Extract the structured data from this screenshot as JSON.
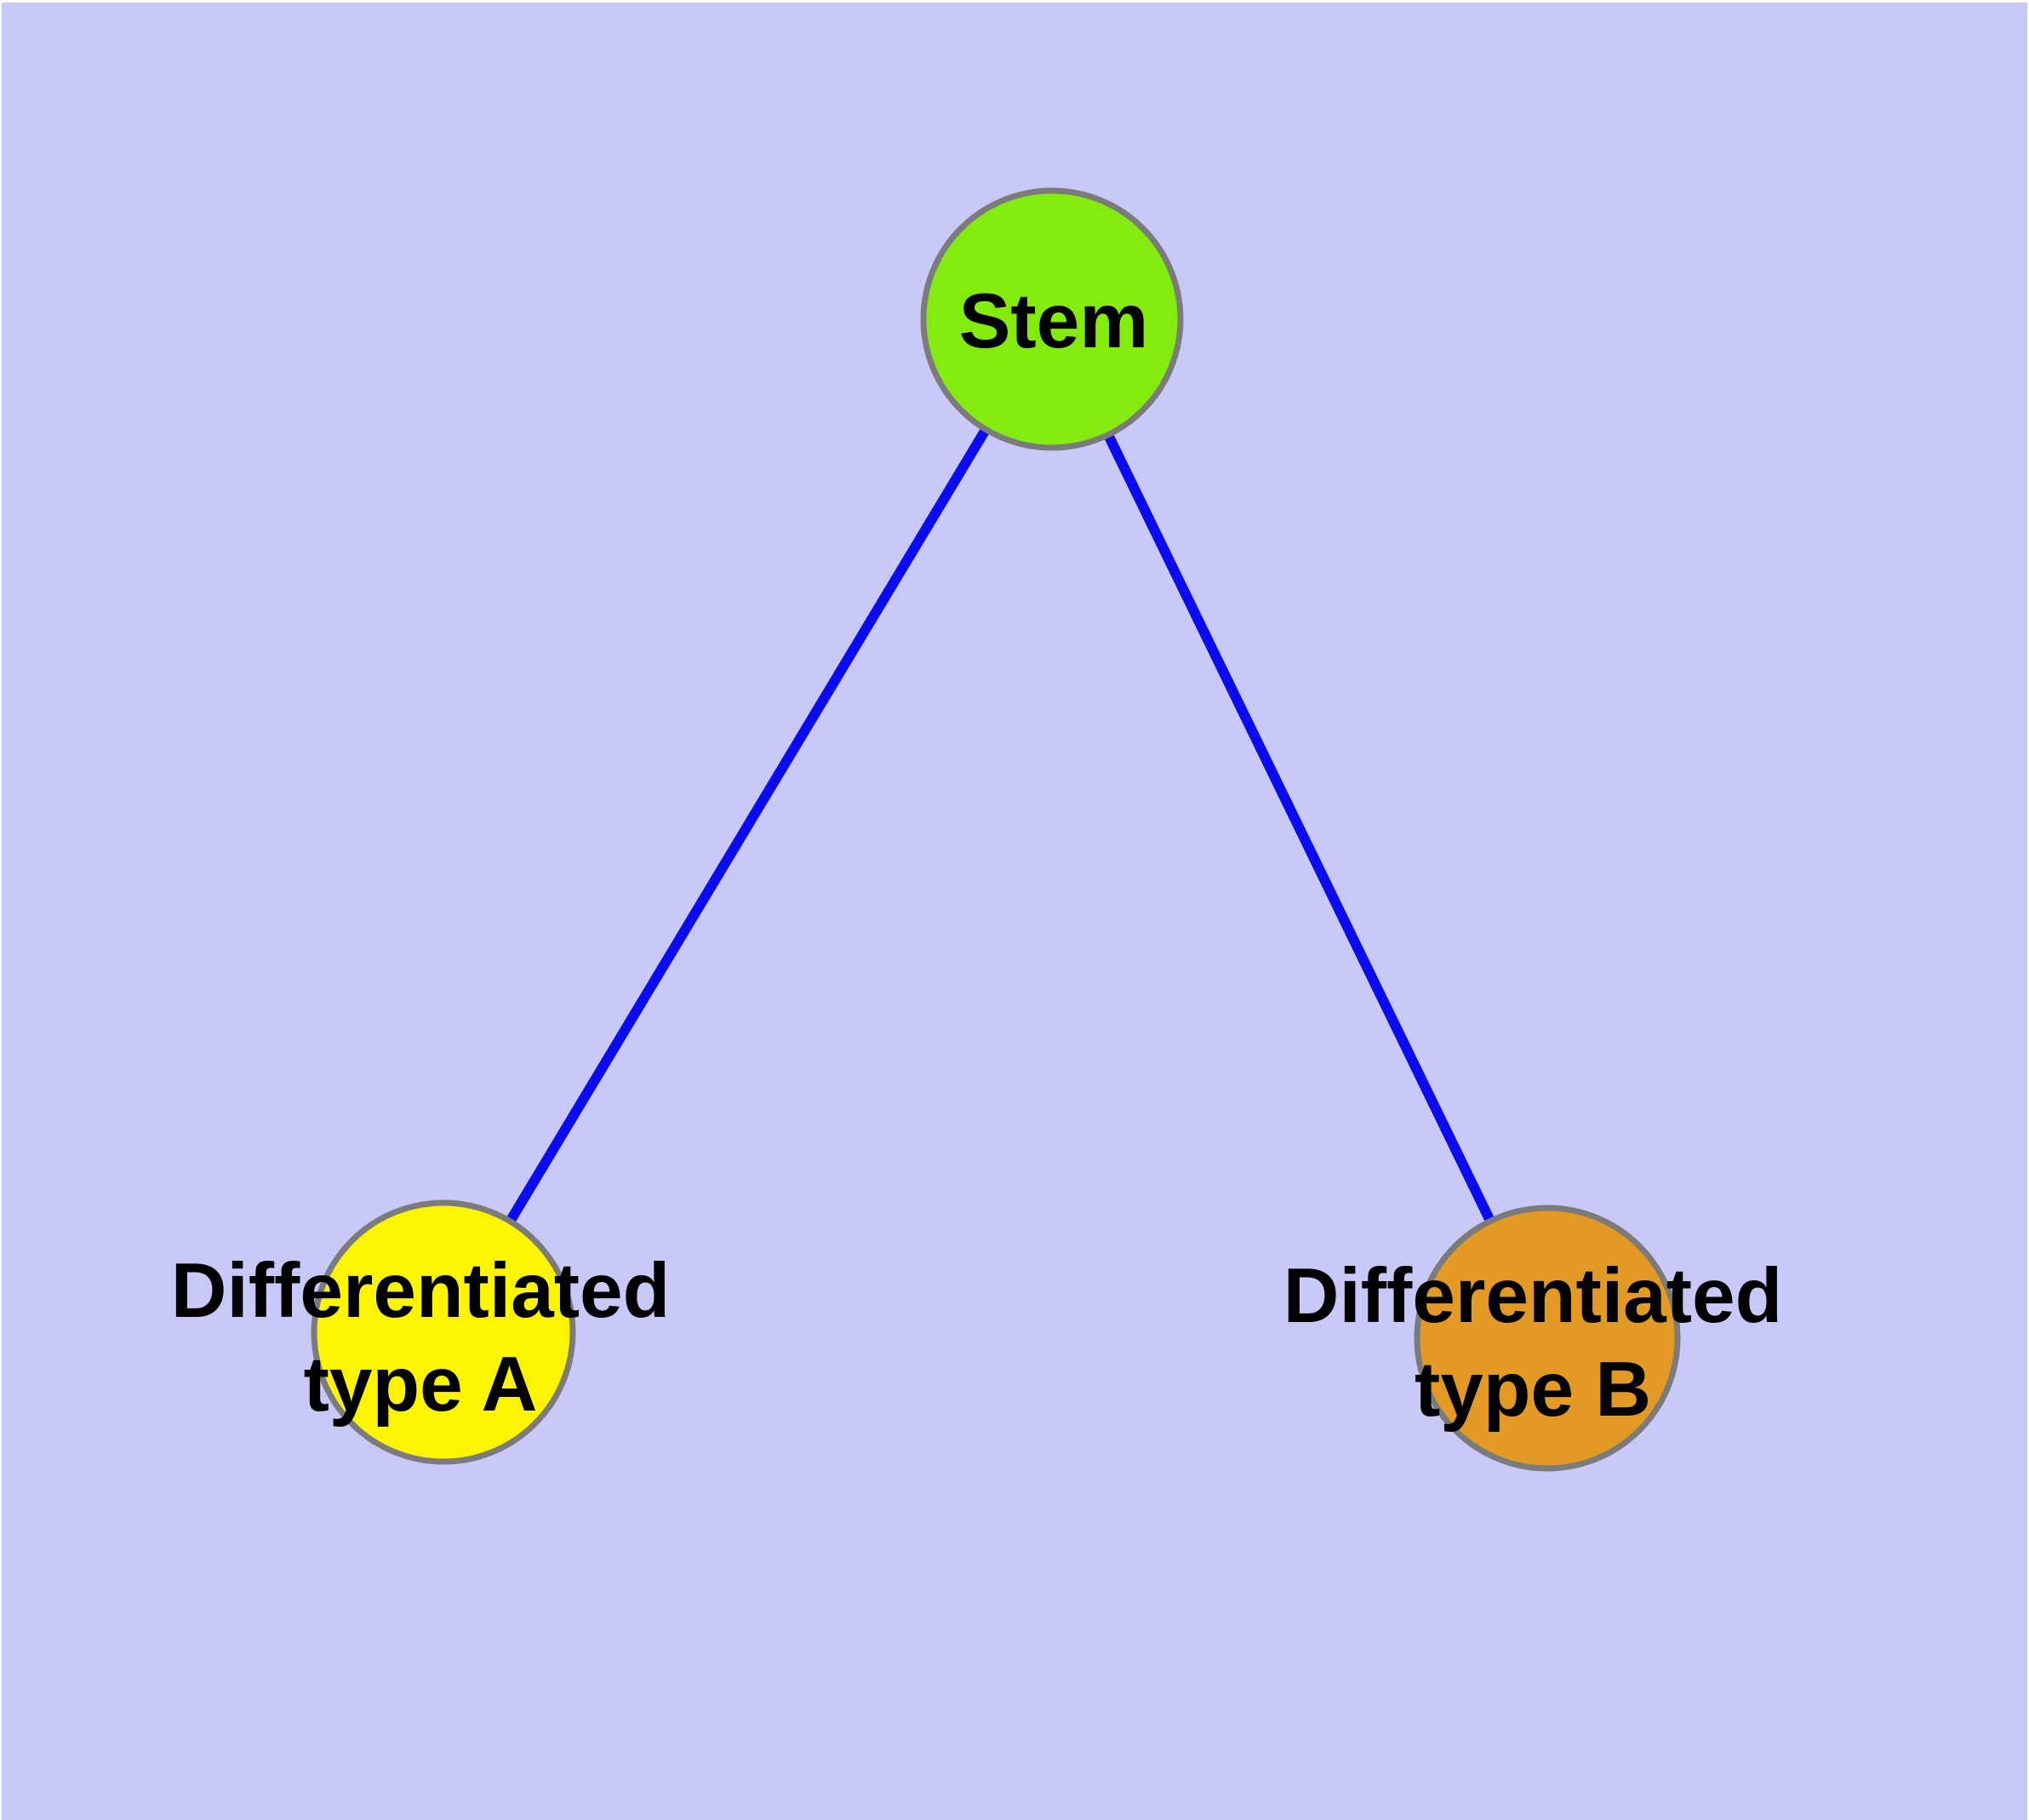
{
  "diagram": {
    "background_color": "#c9c9f9",
    "edge_color": "#0b0bf0",
    "node_border_color": "#7b7b7b",
    "nodes": {
      "stem": {
        "label": "Stem",
        "fill": "#84eb0f"
      },
      "type_a": {
        "label_line1": "Differentiated",
        "label_line2": "type A",
        "fill": "#fdf500"
      },
      "type_b": {
        "label_line1": "Differentiated",
        "label_line2": "type B",
        "fill": "#e29a24"
      }
    },
    "edges": [
      {
        "from": "stem",
        "to": "type_a"
      },
      {
        "from": "stem",
        "to": "type_b"
      }
    ]
  }
}
